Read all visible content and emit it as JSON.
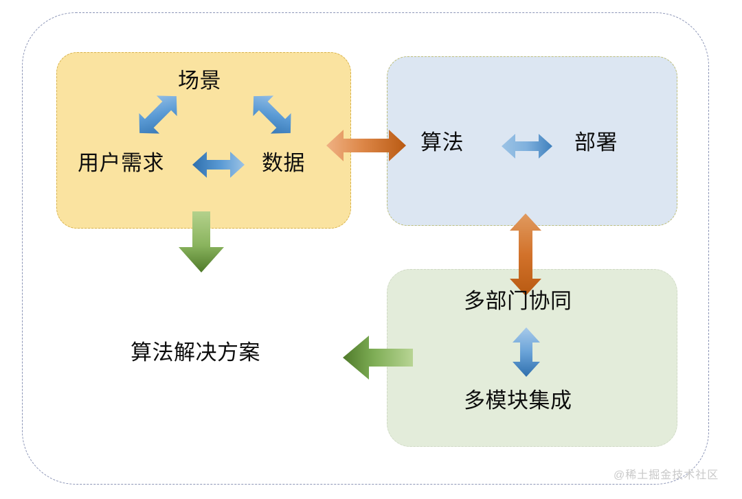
{
  "diagram": {
    "title_watermark": "@稀土掘金技术社区",
    "frame": {
      "name": "outer-dashed-frame",
      "border_color": "#8a93b5",
      "style": "dashed"
    },
    "groups": [
      {
        "id": "scenario-group",
        "fill": "#fae3a0",
        "border": "#d8b24a",
        "nodes": [
          "场景",
          "用户需求",
          "数据"
        ]
      },
      {
        "id": "algorithm-group",
        "fill": "#dce6f2",
        "border": "#bdbd7a",
        "nodes": [
          "算法",
          "部署"
        ]
      },
      {
        "id": "collaboration-group",
        "fill": "#e3ecda",
        "border": "#cfd9c4",
        "nodes": [
          "多部门协同",
          "多模块集成"
        ]
      }
    ],
    "labels": {
      "scenario": "场景",
      "user_requirement": "用户需求",
      "data": "数据",
      "algorithm": "算法",
      "deployment": "部署",
      "multi_dept_collab": "多部门协同",
      "multi_module_integration": "多模块集成",
      "algorithm_solution": "算法解决方案"
    },
    "connectors": [
      {
        "name": "scenario-to-requirement",
        "kind": "double-diagonal",
        "color": "#5b9bd5",
        "from": "场景",
        "to": "用户需求"
      },
      {
        "name": "scenario-to-data",
        "kind": "double-diagonal",
        "color": "#5b9bd5",
        "from": "场景",
        "to": "数据"
      },
      {
        "name": "requirement-to-data",
        "kind": "double-horizontal",
        "color": "#5b9bd5",
        "from": "用户需求",
        "to": "数据"
      },
      {
        "name": "scenario-group-to-algorithm-group",
        "kind": "double-horizontal",
        "color": "#d2722b",
        "from": "场景组",
        "to": "算法组"
      },
      {
        "name": "algorithm-to-deployment",
        "kind": "double-horizontal",
        "color": "#7fa8d8",
        "from": "算法",
        "to": "部署"
      },
      {
        "name": "algorithm-group-to-collab-group",
        "kind": "double-vertical",
        "color": "#d2722b",
        "from": "算法组",
        "to": "多部门协同组"
      },
      {
        "name": "collab-to-integration",
        "kind": "double-vertical",
        "color": "#5b9bd5",
        "from": "多部门协同",
        "to": "多模块集成"
      },
      {
        "name": "scenario-group-to-solution",
        "kind": "single-down",
        "color": "#76a544",
        "from": "场景组",
        "to": "算法解决方案"
      },
      {
        "name": "collab-group-to-solution",
        "kind": "single-left",
        "color": "#76a544",
        "from": "多部门协同组",
        "to": "算法解决方案"
      }
    ],
    "colors": {
      "blue_arrow_dark": "#2e6fad",
      "blue_arrow_light": "#9cc3e5",
      "orange_arrow_dark": "#c05a16",
      "orange_arrow_light": "#eba86a",
      "green_arrow_dark": "#4f7a2a",
      "green_arrow_light": "#a9cd7e",
      "text": "#0d0d0d"
    }
  }
}
